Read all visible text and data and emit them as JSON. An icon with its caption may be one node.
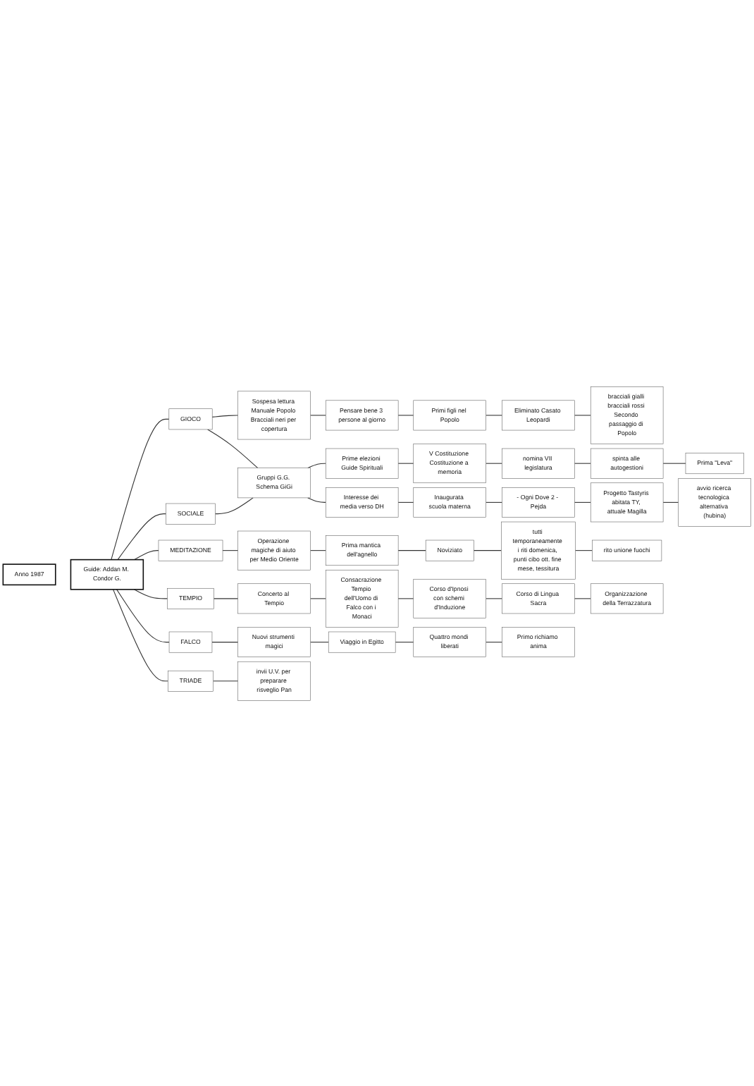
{
  "diagram": {
    "nodes": [
      {
        "text": [
          "Guide: Addan M. Condor G."
        ]
      },
      {
        "text": [
          "Anno 1987"
        ]
      },
      {
        "text": [
          "GIOCO"
        ]
      },
      {
        "text": [
          "SOCIALE"
        ]
      },
      {
        "text": [
          "MEDITAZIONE"
        ]
      },
      {
        "text": [
          "TEMPIO"
        ]
      },
      {
        "text": [
          "FALCO"
        ]
      },
      {
        "text": [
          "TRIADE"
        ]
      },
      {
        "text": [
          "Sospesa lettura Manuale Popolo Bracciali neri per copertura"
        ]
      },
      {
        "text": [
          "Pensare bene 3 persone al giorno"
        ]
      },
      {
        "text": [
          "Primi figli nel Popolo"
        ]
      },
      {
        "text": [
          "Eliminato Casato Leopardi"
        ]
      },
      {
        "text": [
          "bracciali gialli bracciali rossi Secondo passaggio di Popolo"
        ]
      },
      {
        "text": [
          "Gruppi G.G. Schema GiGi"
        ]
      },
      {
        "text": [
          "Prime elezioni Guide Spirituali"
        ]
      },
      {
        "text": [
          "V Costituzione Costituzione a memoria"
        ]
      },
      {
        "text": [
          "nomina VII legislatura"
        ]
      },
      {
        "text": [
          "spinta alle autogestioni"
        ]
      },
      {
        "text": [
          "Prima \"Leva\""
        ]
      },
      {
        "text": [
          "Interesse dei media verso DH"
        ]
      },
      {
        "text": [
          "Inaugurata scuola materna"
        ]
      },
      {
        "text": [
          "- Ogni Dove 2 - Pejda"
        ]
      },
      {
        "text": [
          "Progetto Tastyris abitata TY, attuale Magilla"
        ]
      },
      {
        "text": [
          "avvio ricerca tecnologica alternativa (hubina)"
        ]
      },
      {
        "text": [
          "Operazione magiche di aiuto per Medio Oriente"
        ]
      },
      {
        "text": [
          "Prima mantica dell'agnello"
        ]
      },
      {
        "text": [
          "Noviziato"
        ]
      },
      {
        "text": [
          "tutti temporaneamente i riti domenica, punti cibo ott. fine mese, tessitura"
        ]
      },
      {
        "text": [
          "rito unione fuochi"
        ]
      },
      {
        "text": [
          "Concerto al Tempio"
        ]
      },
      {
        "text": [
          "Consacrazione Tempio dell'Uomo di Falco con i Monaci"
        ]
      },
      {
        "text": [
          "Corso d'Ipnosi con schemi d'Induzione"
        ]
      },
      {
        "text": [
          "Corso di Lingua Sacra"
        ]
      },
      {
        "text": [
          "Organizzazione della Terrazzatura"
        ]
      },
      {
        "text": [
          "Nuovi strumenti magici"
        ]
      },
      {
        "text": [
          "Viaggio in Egitto"
        ]
      },
      {
        "text": [
          "Quattro mondi liberati"
        ]
      },
      {
        "text": [
          "Primo richiamo anima"
        ]
      },
      {
        "text": [
          "invii U.V. per preparare risveglio Pan"
        ]
      }
    ],
    "edges": [
      {
        "from": 0,
        "to": 2,
        "arrow": "none"
      },
      {
        "from": 0,
        "to": 3,
        "arrow": "none"
      },
      {
        "from": 0,
        "to": 4,
        "arrow": "none"
      },
      {
        "from": 0,
        "to": 5,
        "arrow": "none"
      },
      {
        "from": 0,
        "to": 6,
        "arrow": "none"
      },
      {
        "from": 0,
        "to": 7,
        "arrow": "none"
      },
      {
        "from": 2,
        "to": 8,
        "arrow": "none"
      },
      {
        "from": 8,
        "to": 9,
        "arrow": "none"
      },
      {
        "from": 9,
        "to": 10,
        "arrow": "none"
      },
      {
        "from": 10,
        "to": 11,
        "arrow": "none"
      },
      {
        "from": 11,
        "to": 12,
        "arrow": "none"
      },
      {
        "from": 2,
        "to": 13,
        "arrow": "none"
      },
      {
        "from": 3,
        "to": 13,
        "arrow": "none"
      },
      {
        "from": 13,
        "to": 14,
        "arrow": "none"
      },
      {
        "from": 14,
        "to": 15,
        "arrow": "none"
      },
      {
        "from": 15,
        "to": 16,
        "arrow": "none"
      },
      {
        "from": 16,
        "to": 17,
        "arrow": "none"
      },
      {
        "from": 17,
        "to": 18,
        "arrow": "none"
      },
      {
        "from": 13,
        "to": 19,
        "arrow": "none"
      },
      {
        "from": 19,
        "to": 20,
        "arrow": "none"
      },
      {
        "from": 20,
        "to": 21,
        "arrow": "none"
      },
      {
        "from": 21,
        "to": 22,
        "arrow": "none"
      },
      {
        "from": 22,
        "to": 23,
        "arrow": "none"
      },
      {
        "from": 4,
        "to": 24,
        "arrow": "none"
      },
      {
        "from": 24,
        "to": 25,
        "arrow": "none"
      },
      {
        "from": 25,
        "to": 26,
        "arrow": "none"
      },
      {
        "from": 26,
        "to": 27,
        "arrow": "none"
      },
      {
        "from": 27,
        "to": 28,
        "arrow": "none"
      },
      {
        "from": 5,
        "to": 29,
        "arrow": "none"
      },
      {
        "from": 29,
        "to": 30,
        "arrow": "none"
      },
      {
        "from": 30,
        "to": 31,
        "arrow": "none"
      },
      {
        "from": 31,
        "to": 32,
        "arrow": "none"
      },
      {
        "from": 32,
        "to": 33,
        "arrow": "none"
      },
      {
        "from": 6,
        "to": 34,
        "arrow": "none"
      },
      {
        "from": 34,
        "to": 35,
        "arrow": "none"
      },
      {
        "from": 35,
        "to": 36,
        "arrow": "none"
      },
      {
        "from": 36,
        "to": 37,
        "arrow": "none"
      },
      {
        "from": 7,
        "to": 38,
        "arrow": "none"
      }
    ]
  }
}
